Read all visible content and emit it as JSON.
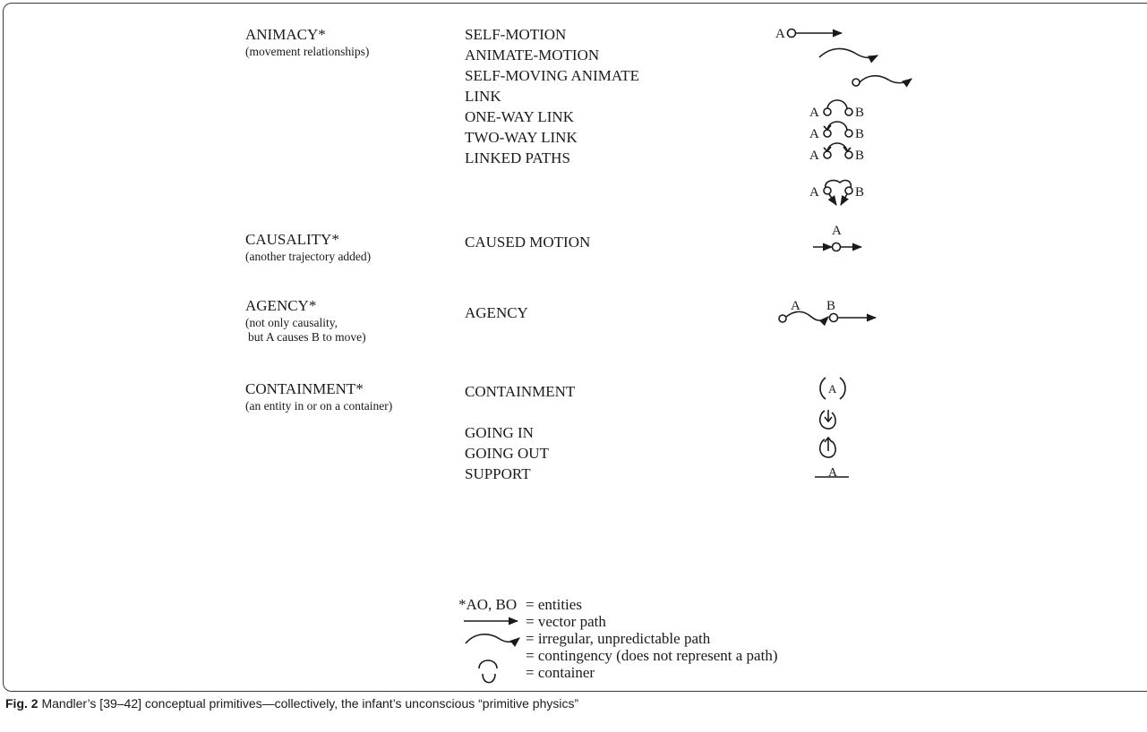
{
  "categories": [
    {
      "label": "ANIMACY*",
      "desc": "(movement relationships)"
    },
    {
      "label": "CAUSALITY*",
      "desc": "(another trajectory added)"
    },
    {
      "label": "AGENCY*",
      "desc_lines": [
        "(not only causality,",
        "but A causes B to move)"
      ]
    },
    {
      "label": "CONTAINMENT*",
      "desc": "(an entity in or on a container)"
    }
  ],
  "primitives": [
    "SELF-MOTION",
    "ANIMATE-MOTION",
    "SELF-MOVING ANIMATE",
    "LINK",
    "ONE-WAY LINK",
    "TWO-WAY LINK",
    "LINKED PATHS",
    "CAUSED MOTION",
    "AGENCY",
    "CONTAINMENT",
    "GOING IN",
    "GOING OUT",
    "SUPPORT"
  ],
  "symbol_letters": {
    "a": "A",
    "b": "B"
  },
  "legend": {
    "entities_key": "*AO, BO",
    "entities": "= entities",
    "vector": "= vector path",
    "irregular": "= irregular, unpredictable path",
    "contingency": "= contingency (does not represent a path)",
    "container": "= container"
  },
  "caption": {
    "label": "Fig. 2",
    "text": "Mandler’s [39–42] conceptual primitives—collectively, the infant’s unconscious “primitive physics”"
  },
  "colors": {
    "ink": "#1a1a1a",
    "frame": "#3a3a3a"
  }
}
